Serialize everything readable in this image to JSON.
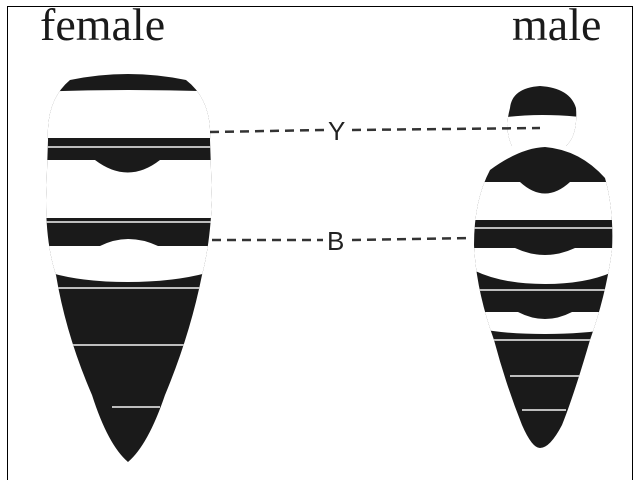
{
  "figure": {
    "female_label": "female",
    "male_label": "male",
    "callouts": [
      {
        "id": "Y",
        "text": "Y"
      },
      {
        "id": "B",
        "text": "B"
      }
    ]
  },
  "colors": {
    "dark_band": "#1a1a1a",
    "light_band": "#ffffff",
    "seam": "#bdbdbd",
    "frame": "#000000"
  }
}
